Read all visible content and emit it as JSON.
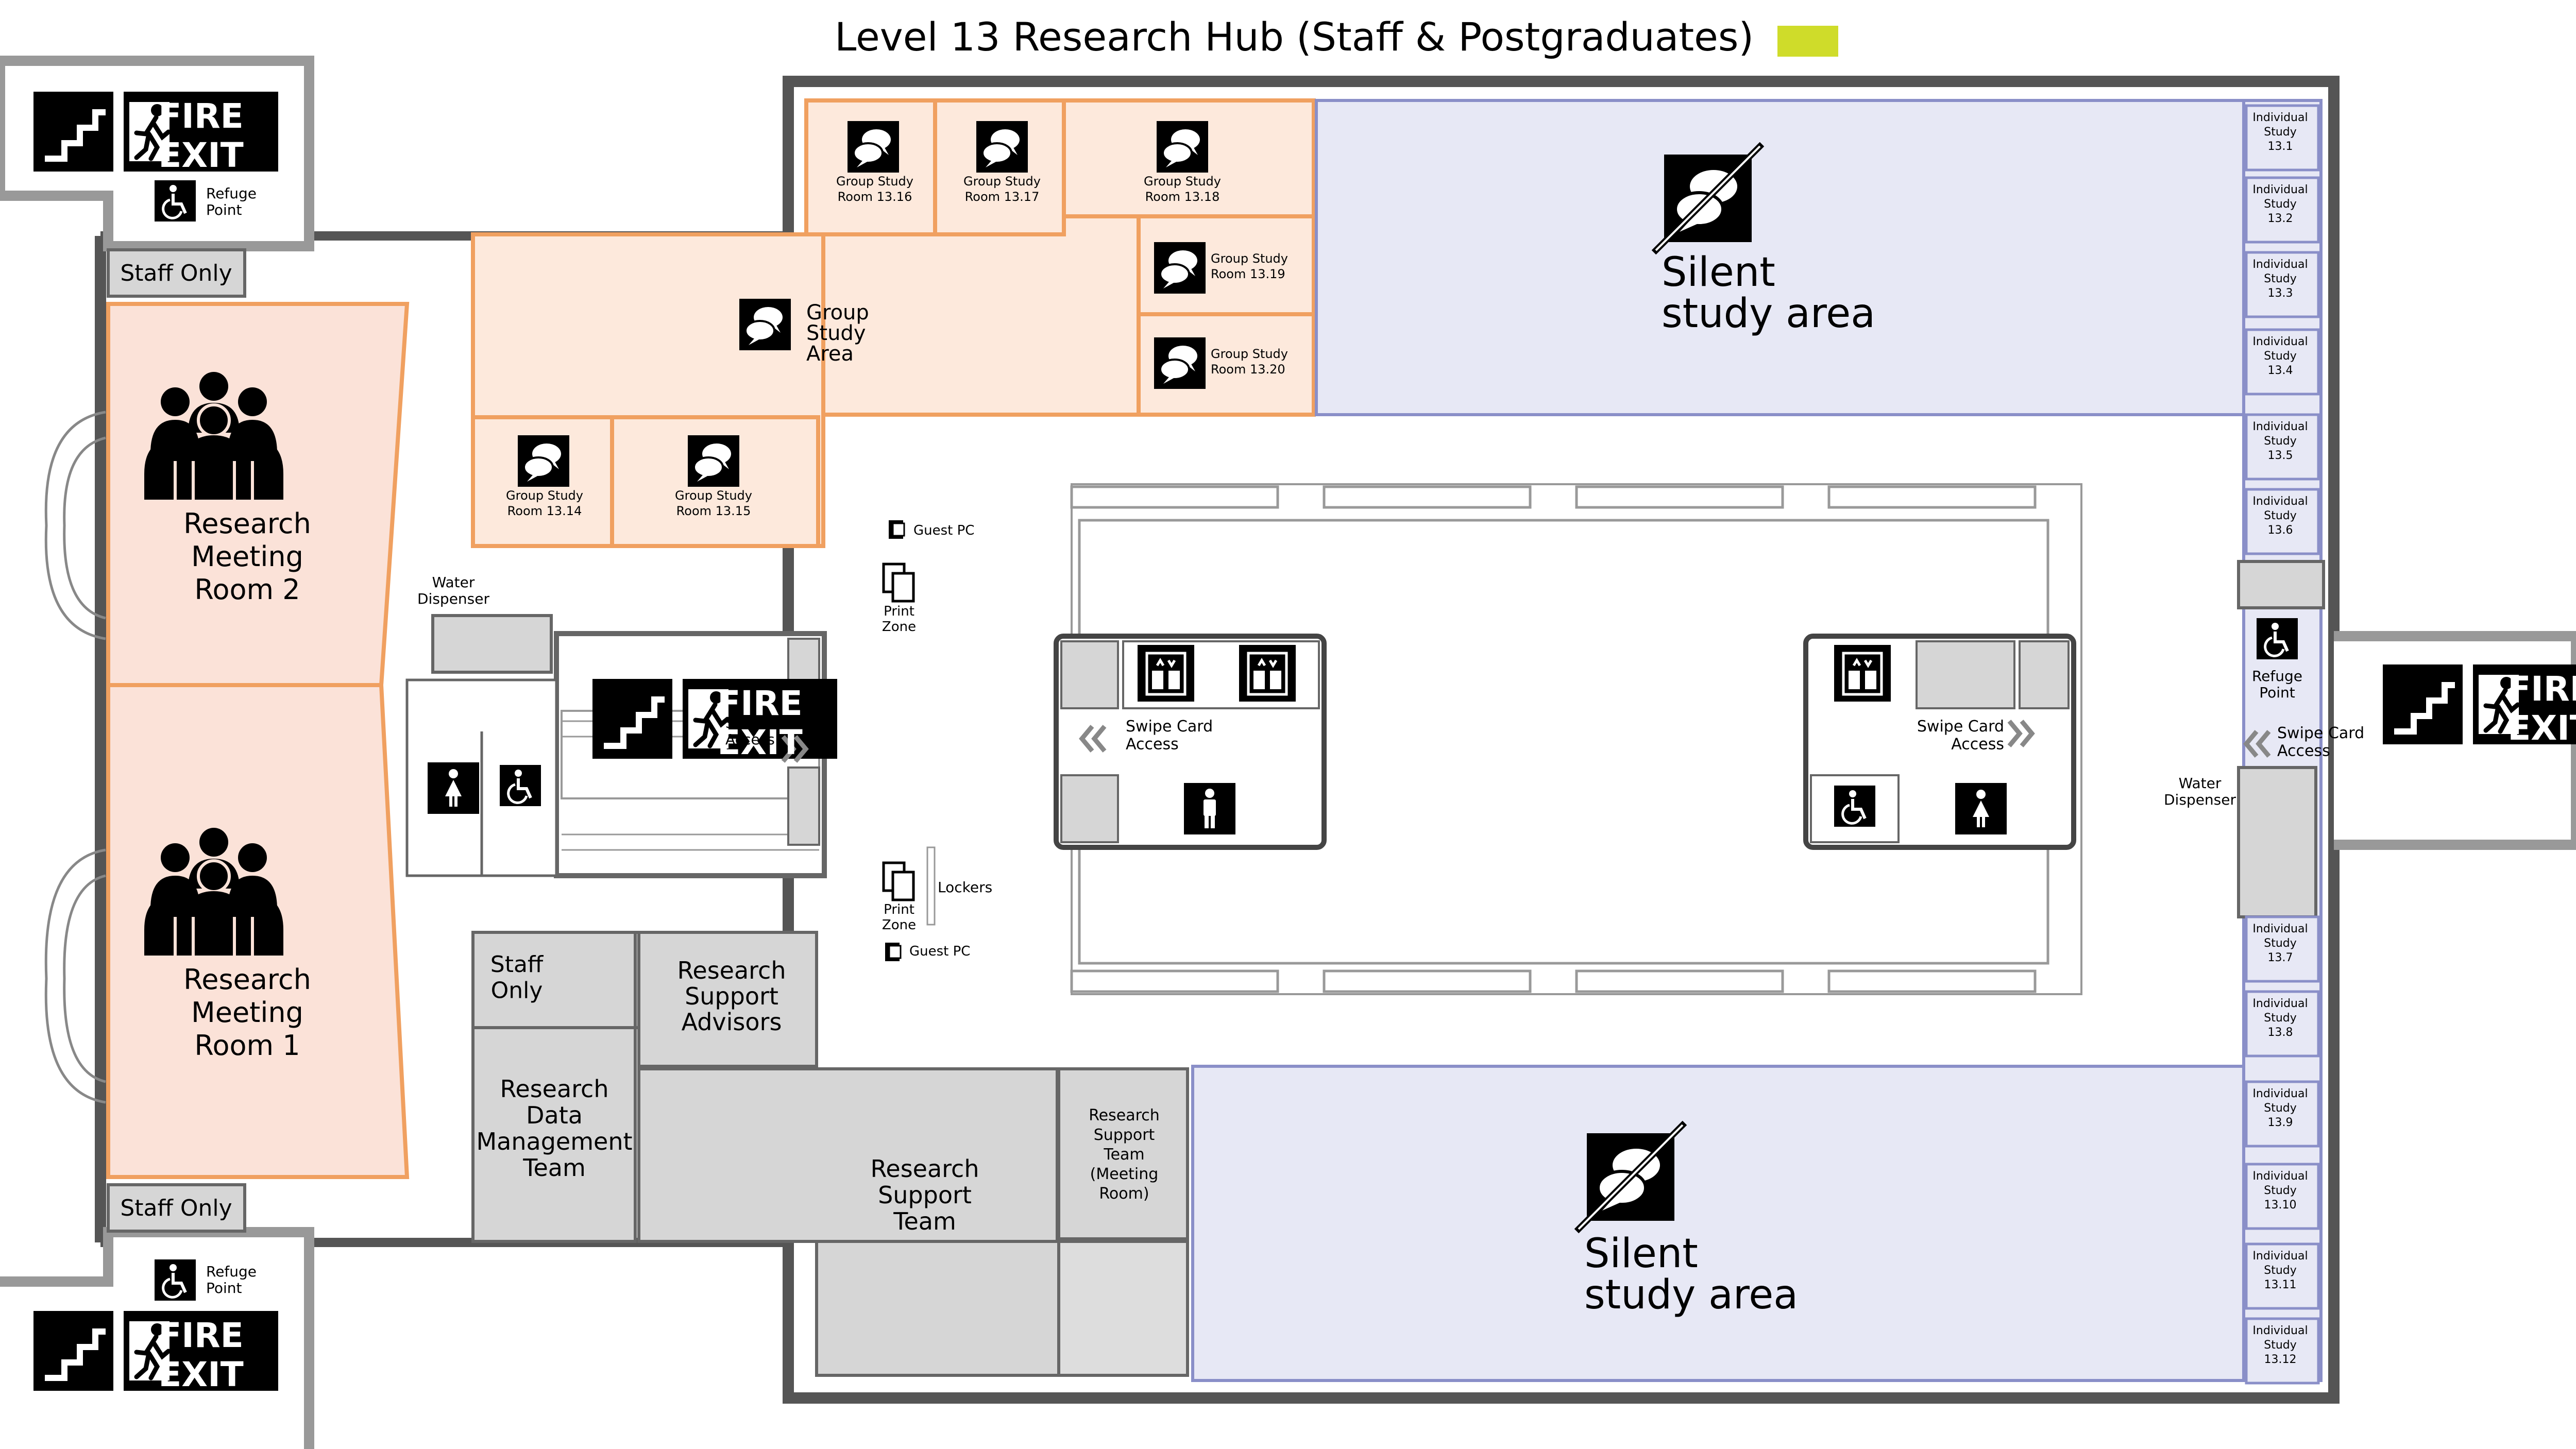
{
  "title": "Level 13 Research Hub (Staff & Postgraduates)",
  "colors": {
    "legend_swatch": "#cfdc2a",
    "wall": "#555555",
    "wall_fill": "#dcdcdc",
    "group_zone": "#fde9dc",
    "group_border": "#f0a060",
    "meeting_zone": "#fbe2d8",
    "silent_zone": "#e7e8f5",
    "silent_border": "#8a8fc8",
    "service_grey": "#d6d6d6",
    "icon_black": "#000000"
  },
  "signs": {
    "fire_line1": "FIRE",
    "fire_line2": "EXIT",
    "refuge_line1": "Refuge",
    "refuge_line2": "Point",
    "swipe_line1": "Swipe Card",
    "swipe_line2": "Access",
    "water_line1": "Water",
    "water_line2": "Dispenser",
    "guest_pc": "Guest PC",
    "print_line1": "Print",
    "print_line2": "Zone",
    "lockers": "Lockers",
    "staff_only": "Staff Only",
    "staff_only_l1": "Staff",
    "staff_only_l2": "Only"
  },
  "rooms": {
    "research_meeting_2": [
      "Research",
      "Meeting",
      "Room 2"
    ],
    "research_meeting_1": [
      "Research",
      "Meeting",
      "Room 1"
    ],
    "group_study_area": [
      "Group",
      "Study",
      "Area"
    ],
    "gs_16": [
      "Group Study",
      "Room 13.16"
    ],
    "gs_17": [
      "Group Study",
      "Room 13.17"
    ],
    "gs_18": [
      "Group Study",
      "Room 13.18"
    ],
    "gs_19": [
      "Group Study",
      "Room 13.19"
    ],
    "gs_20": [
      "Group Study",
      "Room 13.20"
    ],
    "gs_14": [
      "Group Study",
      "Room 13.14"
    ],
    "gs_15": [
      "Group Study",
      "Room 13.15"
    ],
    "silent_top": [
      "Silent",
      "study area"
    ],
    "silent_bottom": [
      "Silent",
      "study area"
    ],
    "research_support_advisors": [
      "Research",
      "Support",
      "Advisors"
    ],
    "research_data_mgmt": [
      "Research",
      "Data",
      "Management",
      "Team"
    ],
    "research_support_team": [
      "Research",
      "Support",
      "Team"
    ],
    "research_support_meeting": [
      "Research",
      "Support",
      "Team",
      "(Meeting",
      "Room)"
    ],
    "individual_study": [
      [
        "Individual",
        "Study",
        "13.1"
      ],
      [
        "Individual",
        "Study",
        "13.2"
      ],
      [
        "Individual",
        "Study",
        "13.3"
      ],
      [
        "Individual",
        "Study",
        "13.4"
      ],
      [
        "Individual",
        "Study",
        "13.5"
      ],
      [
        "Individual",
        "Study",
        "13.6"
      ],
      [
        "Individual",
        "Study",
        "13.7"
      ],
      [
        "Individual",
        "Study",
        "13.8"
      ],
      [
        "Individual",
        "Study",
        "13.9"
      ],
      [
        "Individual",
        "Study",
        "13.10"
      ],
      [
        "Individual",
        "Study",
        "13.11"
      ],
      [
        "Individual",
        "Study",
        "13.12"
      ]
    ]
  }
}
